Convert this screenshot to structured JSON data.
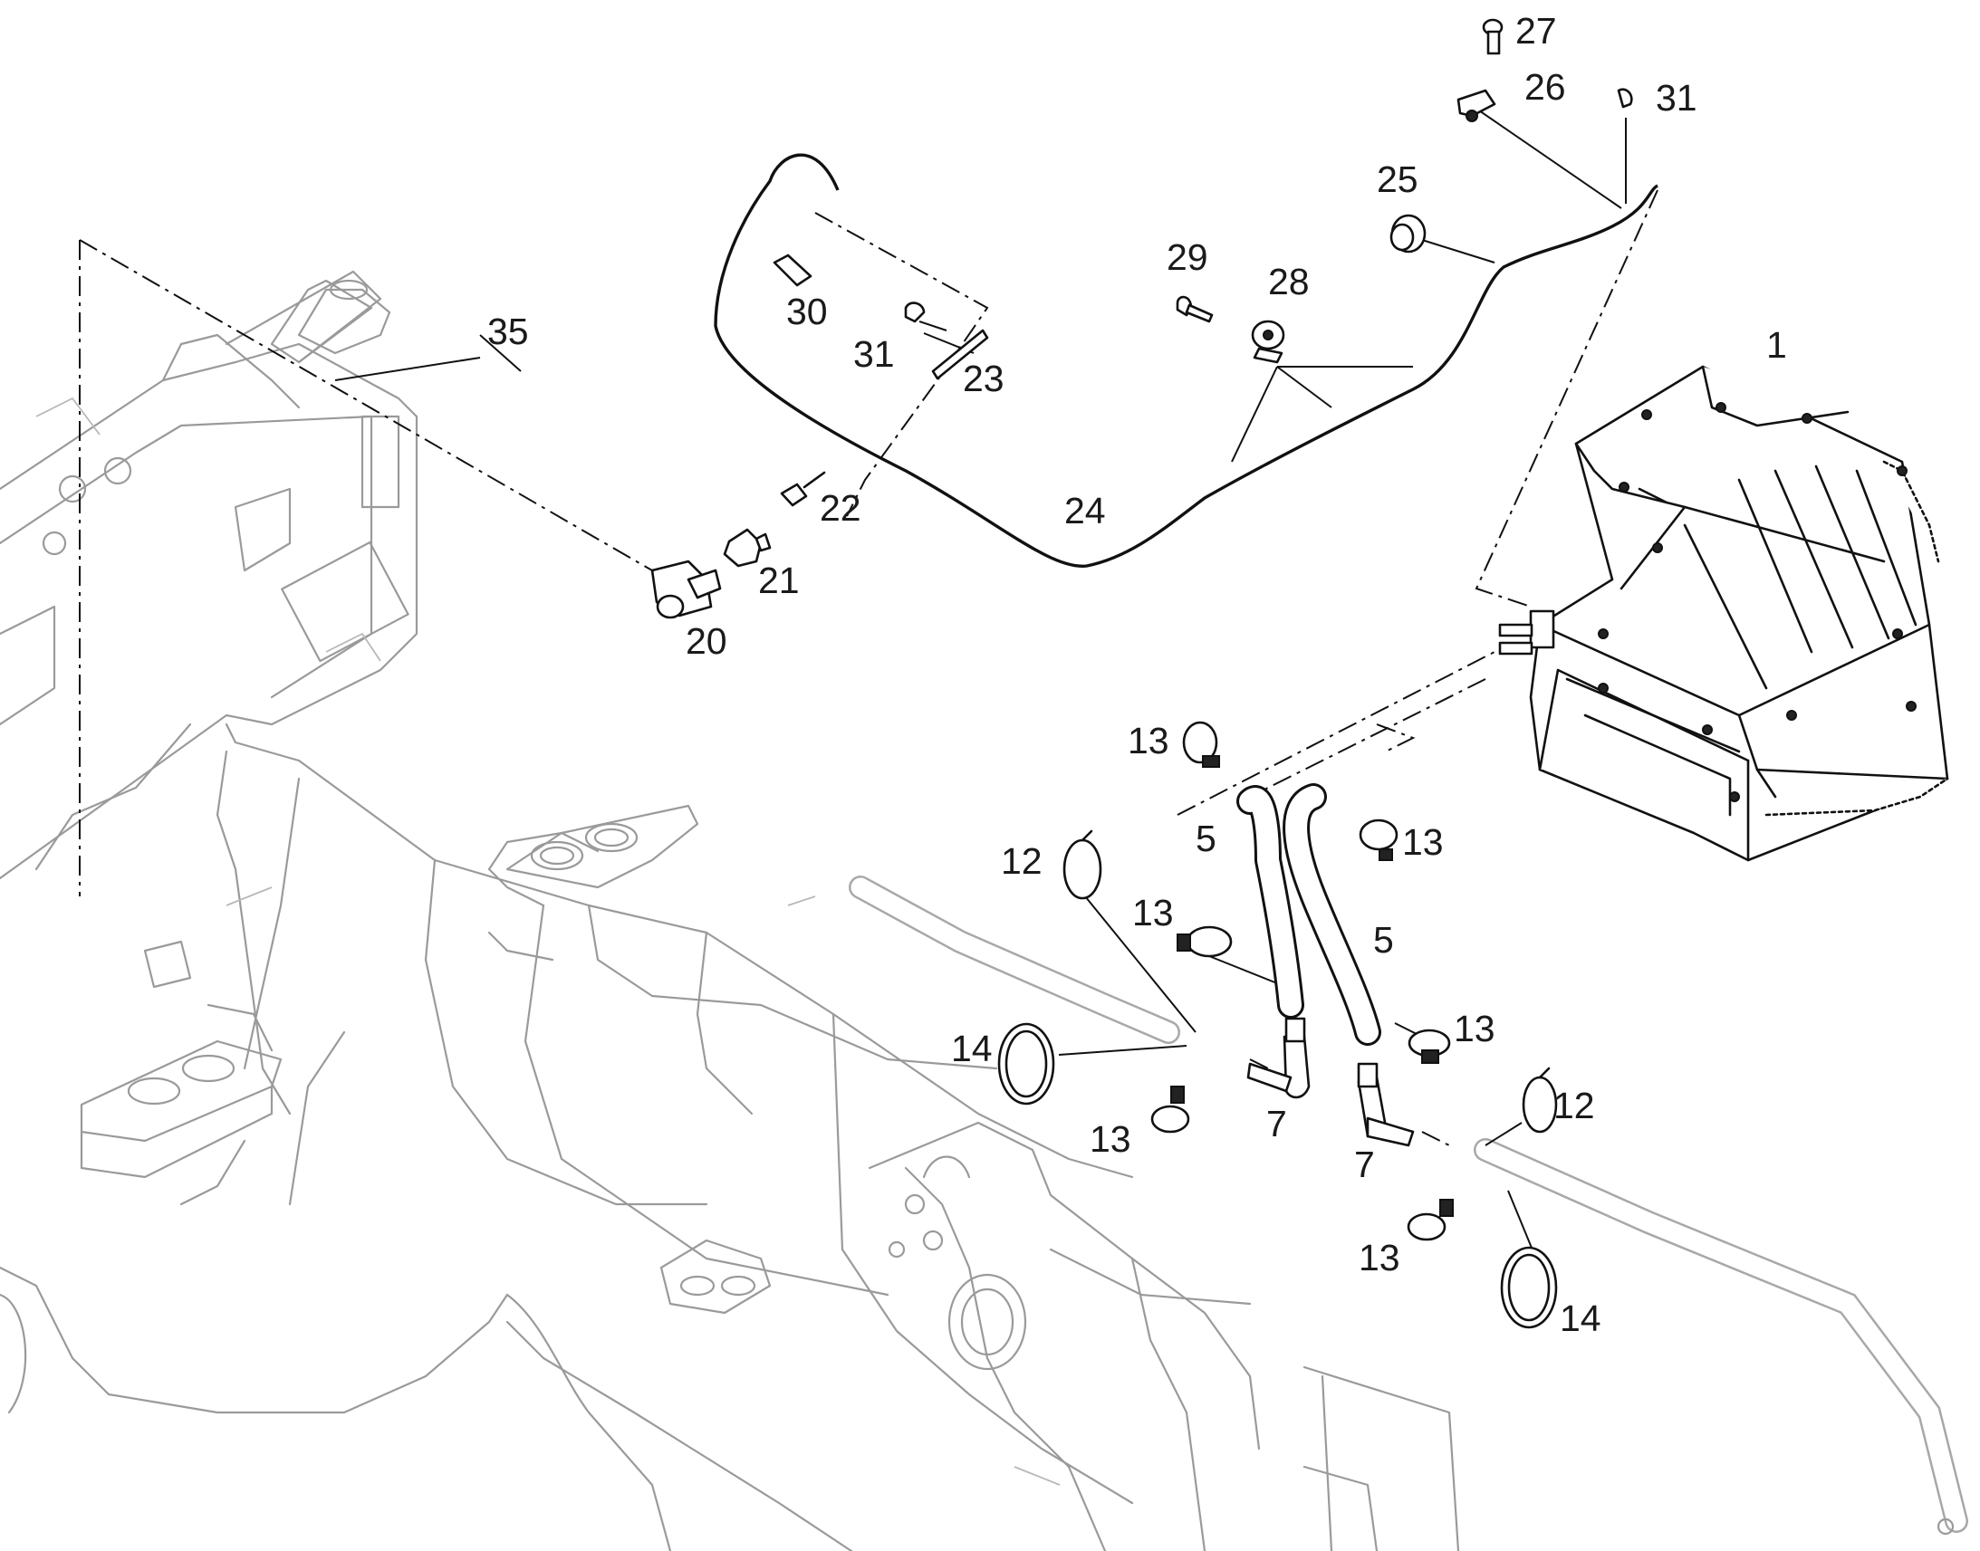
{
  "callouts": [
    {
      "id": "c1",
      "text": "1"
    },
    {
      "id": "c5a",
      "text": "5"
    },
    {
      "id": "c5b",
      "text": "5"
    },
    {
      "id": "c7a",
      "text": "7"
    },
    {
      "id": "c7b",
      "text": "7"
    },
    {
      "id": "c12a",
      "text": "12"
    },
    {
      "id": "c12b",
      "text": "12"
    },
    {
      "id": "c13a",
      "text": "13"
    },
    {
      "id": "c13b",
      "text": "13"
    },
    {
      "id": "c13c",
      "text": "13"
    },
    {
      "id": "c13d",
      "text": "13"
    },
    {
      "id": "c13e",
      "text": "13"
    },
    {
      "id": "c13f",
      "text": "13"
    },
    {
      "id": "c14a",
      "text": "14"
    },
    {
      "id": "c14b",
      "text": "14"
    },
    {
      "id": "c20",
      "text": "20"
    },
    {
      "id": "c21",
      "text": "21"
    },
    {
      "id": "c22",
      "text": "22"
    },
    {
      "id": "c23",
      "text": "23"
    },
    {
      "id": "c24",
      "text": "24"
    },
    {
      "id": "c25",
      "text": "25"
    },
    {
      "id": "c26",
      "text": "26"
    },
    {
      "id": "c27",
      "text": "27"
    },
    {
      "id": "c28",
      "text": "28"
    },
    {
      "id": "c29",
      "text": "29"
    },
    {
      "id": "c30",
      "text": "30"
    },
    {
      "id": "c31a",
      "text": "31"
    },
    {
      "id": "c31b",
      "text": "31"
    },
    {
      "id": "c35",
      "text": "35"
    }
  ]
}
